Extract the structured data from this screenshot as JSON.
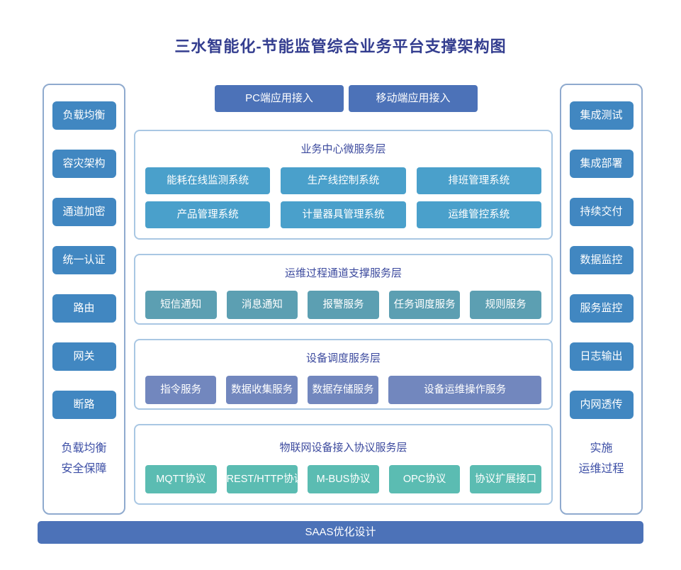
{
  "title": "三水智能化-节能监管综合业务平台支撑架构图",
  "top_access": {
    "buttons": [
      "PC端应用接入",
      "移动端应用接入"
    ]
  },
  "left_panel": {
    "items": [
      "负载均衡",
      "容灾架构",
      "通道加密",
      "统一认证",
      "路由",
      "网关",
      "断路"
    ],
    "caption": [
      "负载均衡",
      "安全保障"
    ]
  },
  "right_panel": {
    "items": [
      "集成测试",
      "集成部署",
      "持续交付",
      "数据监控",
      "服务监控",
      "日志输出",
      "内网透传"
    ],
    "caption": [
      "实施",
      "运维过程"
    ]
  },
  "layers": [
    {
      "title": "业务中心微服务层",
      "items": [
        "能耗在线监测系统",
        "生产线控制系统",
        "排班管理系统",
        "产品管理系统",
        "计量器具管理系统",
        "运维管控系统"
      ]
    },
    {
      "title": "运维过程通道支撑服务层",
      "items": [
        "短信通知",
        "消息通知",
        "报警服务",
        "任务调度服务",
        "规则服务"
      ]
    },
    {
      "title": "设备调度服务层",
      "items": [
        "指令服务",
        "数据收集服务",
        "数据存储服务",
        "设备运维操作服务"
      ]
    },
    {
      "title": "物联网设备接入协议服务层",
      "items": [
        "MQTT协议",
        "REST/HTTP协议",
        "M-BUS协议",
        "OPC协议",
        "协议扩展接口"
      ]
    }
  ],
  "bottom_bar": {
    "label": "SAAS优化设计"
  },
  "colors": {
    "title_text": "#333D8F",
    "header_text": "#3C4A9E",
    "caption_text": "#3D4FA6",
    "sidebar_btn": "#4187C1",
    "primary_btn": "#4C72B8",
    "layer1_btn": "#4AA0CB",
    "layer2_btn": "#5C9FB2",
    "layer3_btn": "#7287BE",
    "layer4_btn": "#5BBCB2",
    "panel_border": "#8FAACE",
    "box_border": "#A9C7E3"
  }
}
